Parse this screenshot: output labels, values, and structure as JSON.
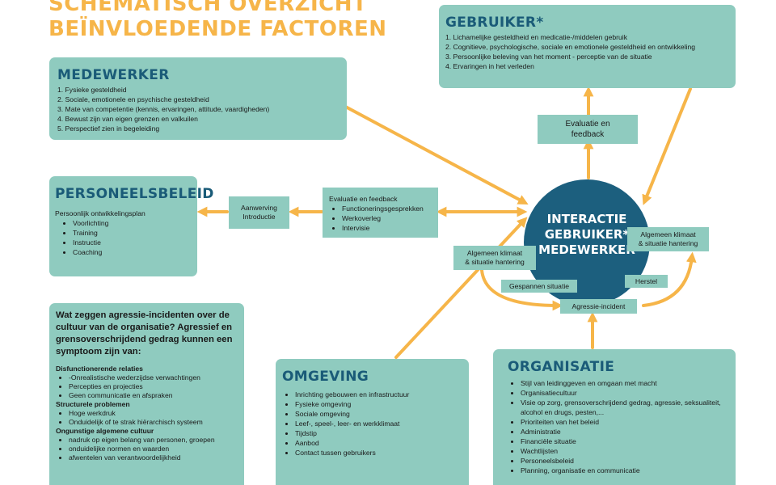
{
  "title": {
    "line1": "SCHEMATISCH OVERZICHT",
    "line2": "BEÏNVLOEDENDE FACTOREN"
  },
  "gebruiker": {
    "heading": "GEBRUIKER*",
    "items": [
      "1. Lichamelijke gesteldheid en medicatie-/middelen gebruik",
      "2. Cognitieve, psychologische, sociale en emotionele gesteldheid en ontwikkeling",
      "3. Persoonlijke beleving van het moment - perceptie van de situatie",
      "4. Ervaringen in het verleden"
    ]
  },
  "medewerker": {
    "heading": "MEDEWERKER",
    "items": [
      "1. Fysieke gesteldheid",
      "2. Sociale, emotionele en psychische gesteldheid",
      "3. Mate van competentie (kennis, ervaringen, attitude, vaardigheden)",
      "4. Bewust zijn van eigen grenzen en valkuilen",
      "5. Perspectief zien in begeleiding"
    ]
  },
  "personeelsbeleid": {
    "heading": "PERSONEELSBELEID",
    "intro": "Persoonlijk ontwikkelingsplan",
    "items": [
      "Voorlichting",
      "Training",
      "Instructie",
      "Coaching"
    ]
  },
  "aanwerving": {
    "line1": "Aanwerving",
    "line2": "Introductie"
  },
  "evaluatie_left": {
    "heading": "Evaluatie en feedback",
    "items": [
      "Functioneringsgesprekken",
      "Werkoverleg",
      "Intervisie"
    ]
  },
  "evaluatie_top": {
    "line1": "Evaluatie en",
    "line2": "feedback"
  },
  "center": {
    "line1": "INTERACTIE",
    "line2": "GEBRUIKER*",
    "line3": "MEDEWERKER"
  },
  "klimaat_left": {
    "line1": "Algemeen klimaat",
    "line2": "& situatie hantering"
  },
  "klimaat_right": {
    "line1": "Algemeen klimaat",
    "line2": "& situatie hantering"
  },
  "gespannen": "Gespannen situatie",
  "herstel": "Herstel",
  "incident": "Agressie-incident",
  "cultuur": {
    "heading": "Wat zeggen agressie-incidenten over de cultuur van de organisatie? Agressief en grensoverschrijdend gedrag kunnen een symptoom zijn van:",
    "groups": [
      {
        "title": "Disfunctionerende relaties",
        "items": [
          "-Onrealistische wederzijdse verwachtingen",
          "Percepties en projecties",
          "Geen communicatie en afspraken"
        ]
      },
      {
        "title": "Structurele problemen",
        "items": [
          "Hoge werkdruk",
          "Onduidelijk of te strak hiërarchisch systeem"
        ]
      },
      {
        "title": "Ongunstige algemene cultuur",
        "items": [
          "nadruk op eigen belang van personen, groepen",
          "onduidelijke normen en waarden",
          "afwentelen van verantwoordelijkheid"
        ]
      }
    ]
  },
  "omgeving": {
    "heading": "OMGEVING",
    "items": [
      "Inrichting gebouwen en infrastructuur",
      "Fysieke omgeving",
      "Sociale omgeving",
      "Leef-, speel-, leer- en werkklimaat",
      "Tijdstip",
      "Aanbod",
      "Contact tussen gebruikers"
    ]
  },
  "organisatie": {
    "heading": "ORGANISATIE",
    "items": [
      "Stijl van leidinggeven en omgaan met macht",
      "Organisatiecultuur",
      "Visie op zorg, grensoverschrijdend gedrag, agressie, seksualiteit, alcohol en drugs, pesten,...",
      "Prioriteiten van het beleid",
      "Administratie",
      "Financiële situatie",
      "Wachtlijsten",
      "Personeelsbeleid",
      "Planning, organisatie en communicatie"
    ]
  },
  "colors": {
    "box": "#8fcbbf",
    "heading": "#1a5b78",
    "arrow": "#f6b549",
    "circle": "#1c5f7e",
    "title": "#f6b549"
  }
}
